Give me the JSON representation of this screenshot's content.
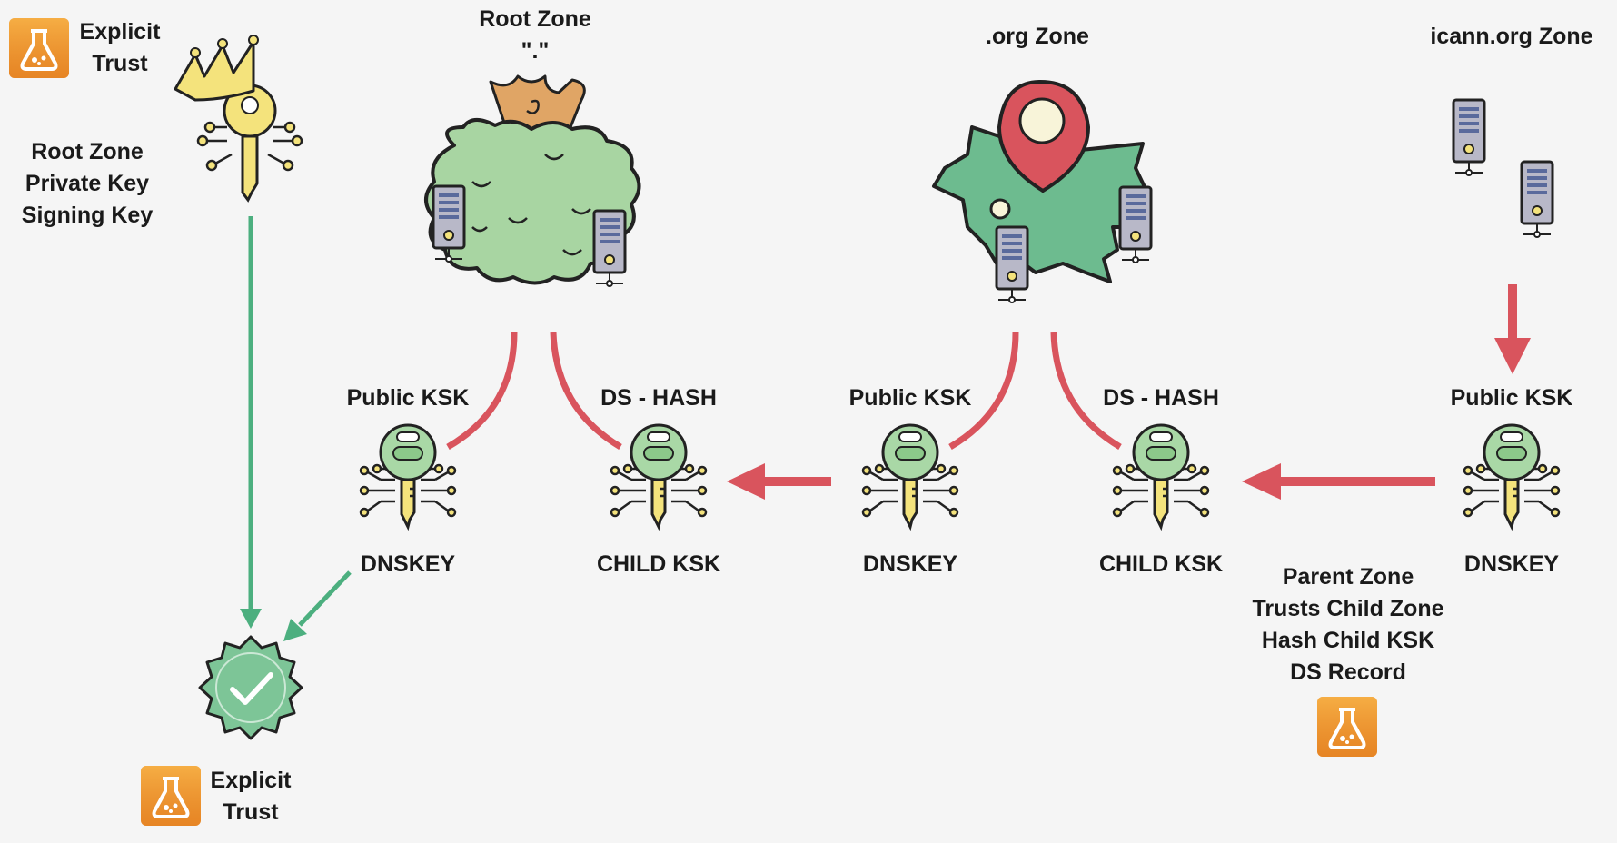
{
  "palette": {
    "background": "#f5f5f5",
    "trust_arrow": "#4caf7f",
    "chain_arrow": "#d9545d",
    "zone_green": "#6dbb8f",
    "tree_green": "#a8d5a2",
    "key_green": "#a9d8a6",
    "key_gold": "#f4e37c",
    "badge_orange": "#f0952d",
    "server_gray": "#b8b8c8"
  },
  "labels": {
    "top_explicit_trust": [
      "Explicit",
      "Trust"
    ],
    "root_private_key": [
      "Root Zone",
      "Private Key",
      "Signing Key"
    ],
    "bottom_explicit_trust": [
      "Explicit",
      "Trust"
    ],
    "parent_trust_note": [
      "Parent Zone",
      "Trusts Child Zone",
      "Hash Child KSK",
      "DS Record"
    ]
  },
  "zones": [
    {
      "id": "root",
      "title": "Root Zone",
      "subtitle": "\".\"",
      "icon": "tree-icon"
    },
    {
      "id": "org",
      "title": ".org Zone",
      "icon": "map-pin-icon"
    },
    {
      "id": "icann",
      "title": "icann.org Zone",
      "icon": "server-icon"
    }
  ],
  "keys": [
    {
      "id": "root-dnskey",
      "top": "Public KSK",
      "bottom": "DNSKEY"
    },
    {
      "id": "root-ds",
      "top": "DS - HASH",
      "bottom": "CHILD KSK"
    },
    {
      "id": "org-dnskey",
      "top": "Public KSK",
      "bottom": "DNSKEY"
    },
    {
      "id": "org-ds",
      "top": "DS - HASH",
      "bottom": "CHILD KSK"
    },
    {
      "id": "icann-dnskey",
      "top": "Public KSK",
      "bottom": "DNSKEY"
    }
  ],
  "icons": [
    "aws-lab-icon",
    "crown-key-icon",
    "verified-check-icon",
    "key-icon",
    "server-icon",
    "tree-icon",
    "map-pin-icon"
  ]
}
